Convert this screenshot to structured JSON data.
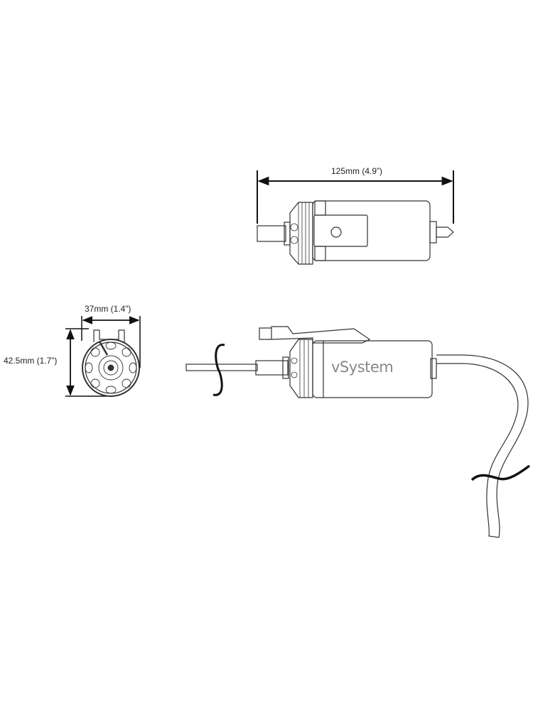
{
  "dimensions": {
    "length": "125mm (4.9”)",
    "width": "37mm (1.4”)",
    "height": "42.5mm (1.7”)"
  },
  "product": {
    "brand_text": "vSystem"
  },
  "colors": {
    "line": "#222222",
    "text_brand": "#888888"
  }
}
